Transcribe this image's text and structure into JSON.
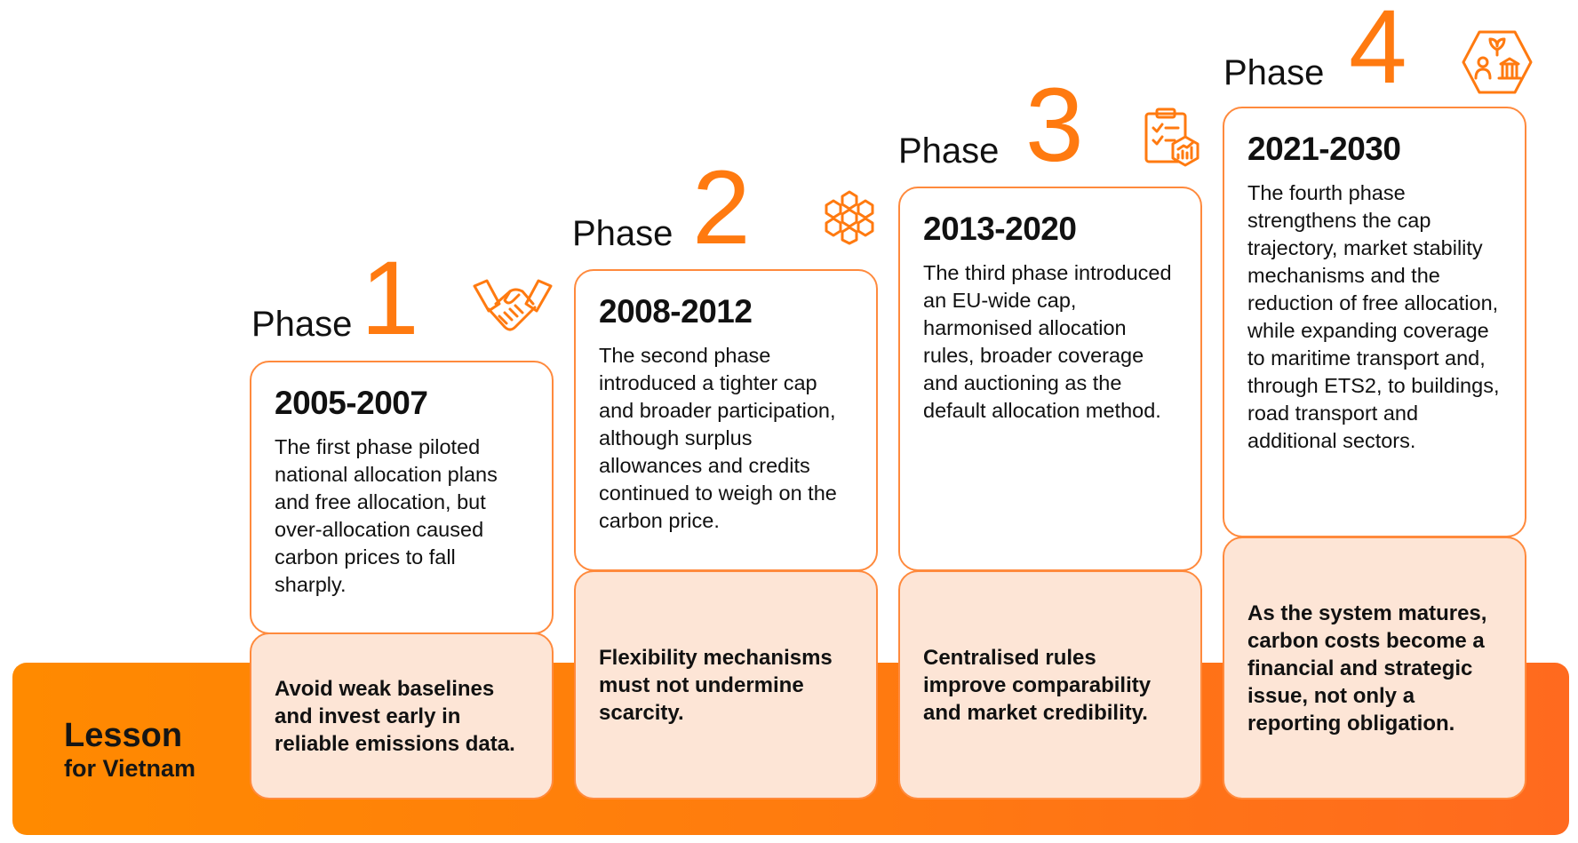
{
  "lesson_label": {
    "line1": "Lesson",
    "line2": "for Vietnam"
  },
  "phase_word": "Phase",
  "phases": [
    {
      "number": "1",
      "years": "2005-2007",
      "description": "The first phase piloted national allocation plans and free allocation, but over-allocation caused carbon prices to fall sharply.",
      "lesson": "Avoid weak baselines and invest early in reliable emissions data.",
      "icon": "handshake-icon"
    },
    {
      "number": "2",
      "years": "2008-2012",
      "description": "The second phase introduced a tighter cap and broader participation, although surplus allowances and credits continued to weigh on the carbon price.",
      "lesson": "Flexibility mechanisms must not undermine scarcity.",
      "icon": "hexagon-cluster-icon"
    },
    {
      "number": "3",
      "years": "2013-2020",
      "description": "The third phase introduced an EU-wide cap, harmonised allocation rules, broader coverage and auctioning as the default allocation method.",
      "lesson": "Centralised rules improve comparability and market credibility.",
      "icon": "clipboard-chart-icon"
    },
    {
      "number": "4",
      "years": "2021-2030",
      "description": "The fourth phase strengthens the cap trajectory, market stability mechanisms and the reduction of free allocation, while expanding coverage to maritime transport and, through ETS2, to buildings, road transport and additional sectors.",
      "lesson": "As the system matures, carbon costs become a financial and strategic issue, not only a reporting obligation.",
      "icon": "hexagon-sustainability-icon"
    }
  ],
  "colors": {
    "accent": "#ff7a10",
    "band": "#ff8a00",
    "lesson_bg": "#fde5d6",
    "border": "#ff8a3d"
  }
}
